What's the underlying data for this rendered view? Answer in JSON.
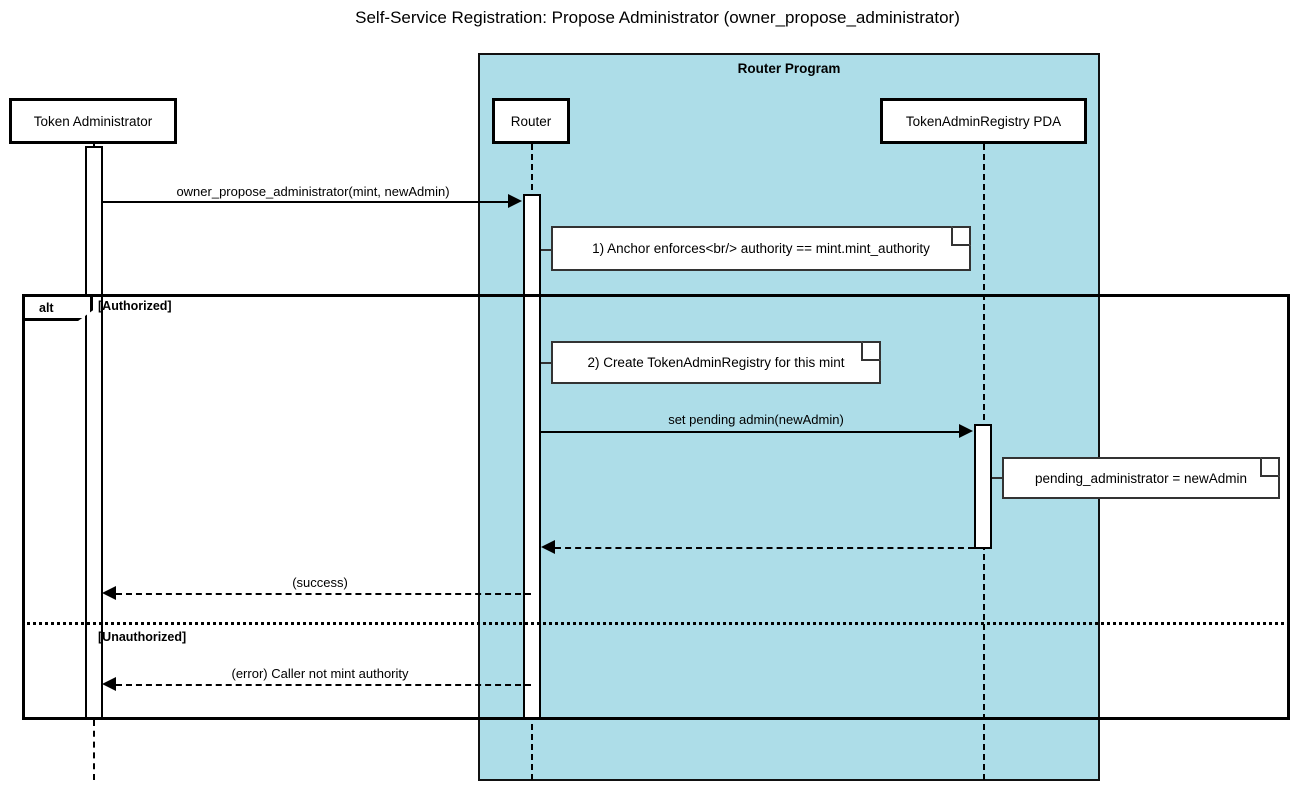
{
  "title": "Self-Service Registration: Propose Administrator (owner_propose_administrator)",
  "colors": {
    "group_fill": "#addde8",
    "stroke": "#000000",
    "note_fill": "#ffffff",
    "background": "#ffffff"
  },
  "group": {
    "label": "Router Program"
  },
  "participants": [
    {
      "id": "token-administrator",
      "label": "Token Administrator"
    },
    {
      "id": "router",
      "label": "Router"
    },
    {
      "id": "token-admin-registry-pda",
      "label": "TokenAdminRegistry PDA"
    }
  ],
  "messages": [
    {
      "id": "msg-propose",
      "label": "owner_propose_administrator(mint, newAdmin)",
      "from": "token-administrator",
      "to": "router",
      "style": "solid",
      "direction": "right"
    },
    {
      "id": "msg-set-pending-admin",
      "label": "set pending admin(newAdmin)",
      "from": "router",
      "to": "token-admin-registry-pda",
      "style": "solid",
      "direction": "right"
    },
    {
      "id": "msg-pda-return",
      "label": "",
      "from": "token-admin-registry-pda",
      "to": "router",
      "style": "dashed",
      "direction": "left"
    },
    {
      "id": "msg-success",
      "label": "(success)",
      "from": "router",
      "to": "token-administrator",
      "style": "dashed",
      "direction": "left"
    },
    {
      "id": "msg-error",
      "label": "(error) Caller not mint authority",
      "from": "router",
      "to": "token-administrator",
      "style": "dashed",
      "direction": "left"
    }
  ],
  "notes": [
    {
      "id": "note-anchor-enforces",
      "text": "1) Anchor enforces<br/> authority == mint.mint_authority"
    },
    {
      "id": "note-create-registry",
      "text": "2) Create TokenAdminRegistry for this mint"
    },
    {
      "id": "note-pending-administrator",
      "text": "pending_administrator = newAdmin"
    }
  ],
  "alt_fragment": {
    "operator": "alt",
    "branches": [
      {
        "guard": "[Authorized]"
      },
      {
        "guard": "[Unauthorized]"
      }
    ]
  }
}
